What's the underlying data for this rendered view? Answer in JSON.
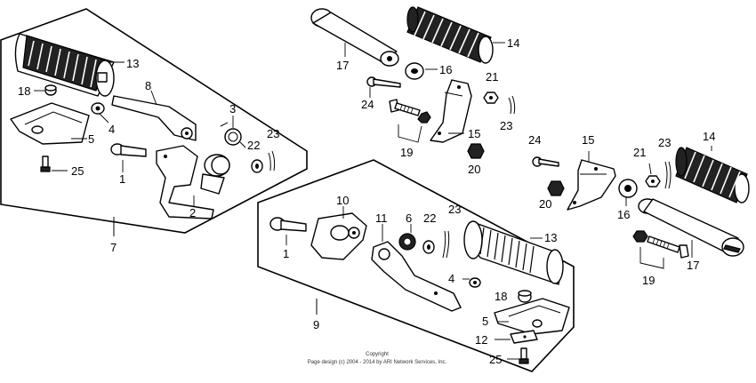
{
  "diagram": {
    "callouts": {
      "c_l13": "13",
      "c_l18": "18",
      "c_l8": "8",
      "c_l3": "3",
      "c_l4": "4",
      "c_l5": "5",
      "c_l22": "22",
      "c_l23": "23",
      "c_l25": "25",
      "c_l1": "1",
      "c_l2": "2",
      "c_l7": "7",
      "c_r17": "17",
      "c_r14": "14",
      "c_r16": "16",
      "c_r21": "21",
      "c_r24": "24",
      "c_r15": "15",
      "c_r23": "23",
      "c_r19": "19",
      "c_r20": "20",
      "c_r24b": "24",
      "c_r15b": "15",
      "c_r21b": "21",
      "c_r23b": "23",
      "c_r14b": "14",
      "c_r20b": "20",
      "c_r16b": "16",
      "c_r19b": "19",
      "c_r17b": "17",
      "c_c10": "10",
      "c_c11": "11",
      "c_c6": "6",
      "c_c22": "22",
      "c_c23": "23",
      "c_c13": "13",
      "c_c1": "1",
      "c_c4": "4",
      "c_c18": "18",
      "c_c5": "5",
      "c_c9": "9",
      "c_c12": "12",
      "c_c25": "25"
    },
    "copyright_line1": "Copyright",
    "copyright_line2": "Page design (c) 2004 - 2014 by ARI Network Services, Inc."
  }
}
